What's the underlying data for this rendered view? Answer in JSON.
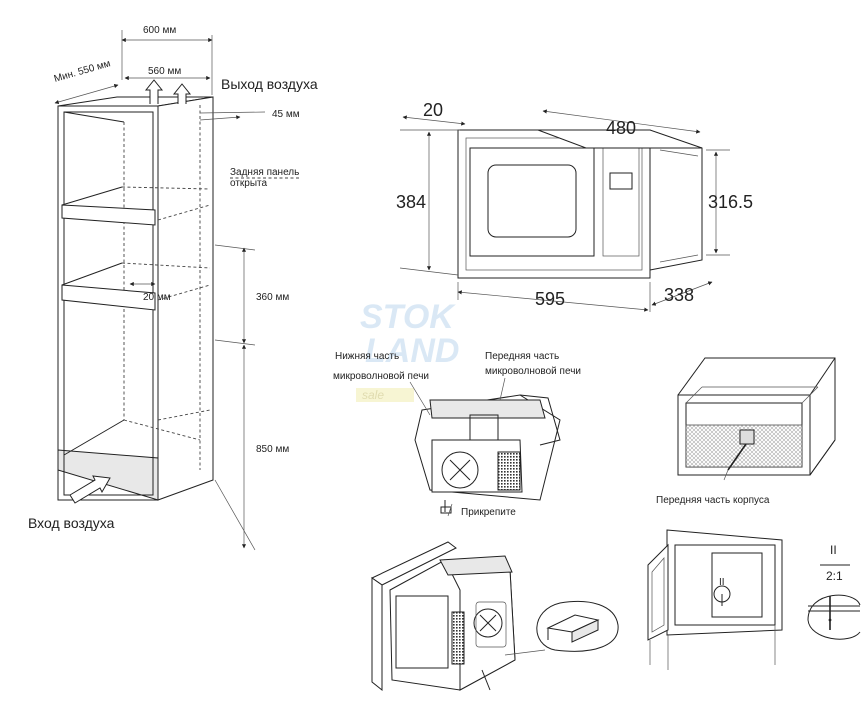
{
  "cabinet": {
    "width_label": "600 мм",
    "depth_label": "Мин. 550 мм",
    "inner_width_label": "560 мм",
    "air_out_label": "Выход воздуха",
    "gap_label": "45 мм",
    "back_panel_line1": "Задняя панель",
    "back_panel_line2": "открыта",
    "shelf_gap_label": "20 мм",
    "niche_height_label": "360 мм",
    "base_height_label": "850 мм",
    "air_in_label": "Вход воздуха"
  },
  "dimensions": {
    "frame_depth": "20",
    "body_width": "480",
    "frame_height": "384",
    "body_height": "316.5",
    "frame_width": "595",
    "body_depth": "338"
  },
  "watermark": {
    "line1": "STOK",
    "line2": "LAND",
    "line3": "sale"
  },
  "mounting": {
    "bottom_label_line1": "Нижняя часть",
    "bottom_label_line2": "микроволновой печи",
    "front_label_line1": "Передняя часть",
    "front_label_line2": "микроволновой печи",
    "attach_label": "Прикрепите",
    "housing_front_label": "Передняя часть корпуса",
    "detail_roman": "II",
    "detail_scale": "2:1"
  }
}
